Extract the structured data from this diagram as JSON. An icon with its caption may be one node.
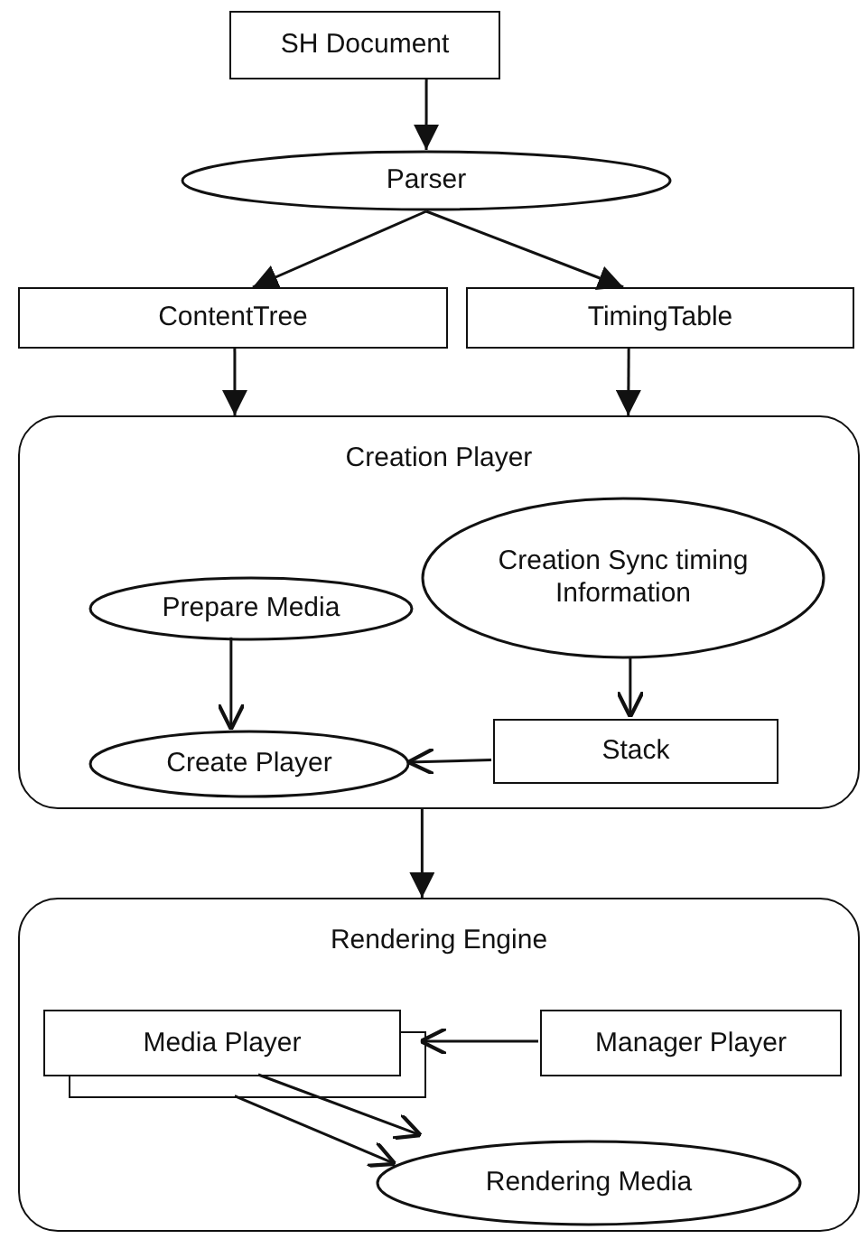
{
  "diagram": {
    "nodes": [
      {
        "text": [
          "SH Document"
        ]
      },
      {
        "text": [
          "Parser"
        ]
      },
      {
        "text": [
          "ContentTree"
        ]
      },
      {
        "text": [
          "TimingTable"
        ]
      },
      {
        "text": [
          "Creation Player"
        ]
      },
      {
        "text": [
          "Prepare Media"
        ],
        "in": 4
      },
      {
        "text": [
          "Creation Sync timing Information"
        ],
        "in": 4
      },
      {
        "text": [
          "Create Player"
        ],
        "in": 4
      },
      {
        "text": [
          "Stack"
        ],
        "in": 4
      },
      {
        "text": [
          "Rendering Engine"
        ]
      },
      {
        "text": [
          "Media Player"
        ],
        "in": 9
      },
      {
        "text": [
          "Manager Player"
        ],
        "in": 9
      },
      {
        "text": [
          "Rendering Media"
        ],
        "in": 9
      }
    ],
    "edges": [
      {
        "from": 0,
        "to": 1,
        "arrow": "to"
      },
      {
        "from": 1,
        "to": 2,
        "arrow": "to"
      },
      {
        "from": 1,
        "to": 3,
        "arrow": "to"
      },
      {
        "from": 2,
        "to": 4,
        "arrow": "to"
      },
      {
        "from": 3,
        "to": 4,
        "arrow": "to"
      },
      {
        "from": 5,
        "to": 7,
        "arrow": "to"
      },
      {
        "from": 6,
        "to": 8,
        "arrow": "to"
      },
      {
        "from": 8,
        "to": 7,
        "arrow": "to"
      },
      {
        "from": 4,
        "to": 9,
        "arrow": "to"
      },
      {
        "from": 11,
        "to": 10,
        "arrow": "to"
      },
      {
        "from": 10,
        "to": 12,
        "arrow": "to"
      },
      {
        "from": 10,
        "to": 12,
        "arrow": "to"
      }
    ]
  }
}
